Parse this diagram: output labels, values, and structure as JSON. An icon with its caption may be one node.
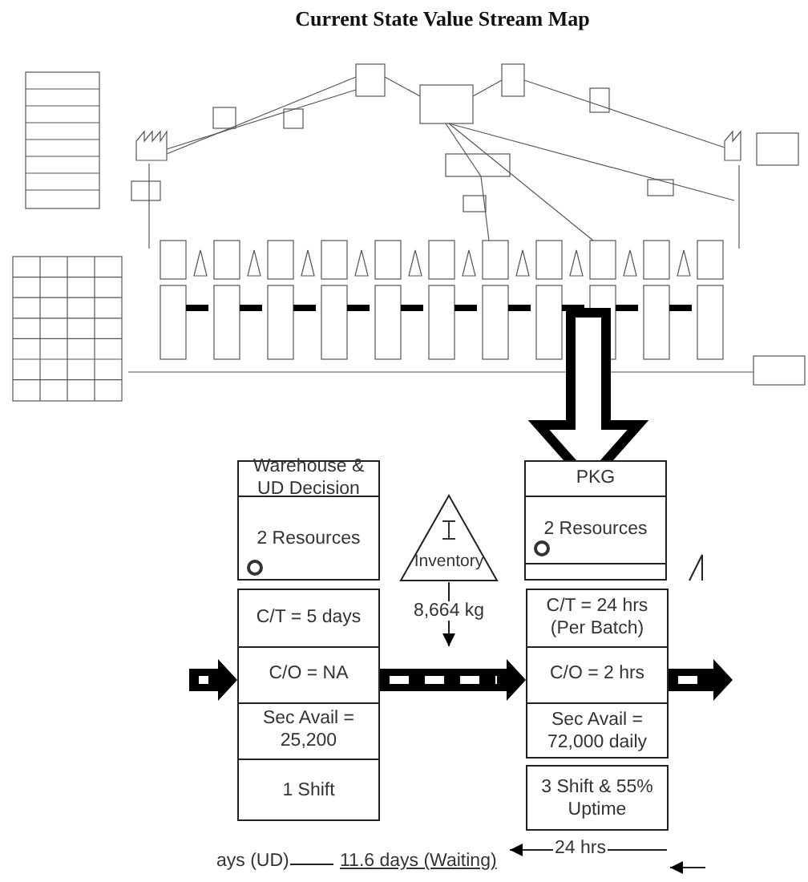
{
  "diagram": {
    "title": "Current State Value Stream Map",
    "nodes": [
      {
        "text": [
          "Warehouse & UD Decision",
          "2 Resources"
        ]
      },
      {
        "text": [
          "C/T =  5 days",
          "C/O = NA",
          "Sec Avail = 25,200",
          "1 Shift"
        ]
      },
      {
        "text": [
          "Inventory"
        ],
        "beside": [
          "8,664 kg"
        ]
      },
      {
        "text": [
          "PKG",
          "2 Resources"
        ]
      },
      {
        "text": [
          "C/T = 24 hrs (Per Batch)",
          "C/O = 2 hrs",
          "Sec Avail = 72,000 daily"
        ]
      },
      {
        "text": [
          "3 Shift & 55% Uptime"
        ]
      }
    ],
    "edges": [
      {
        "from": null,
        "to": 1,
        "arrow": "to"
      },
      {
        "from": 1,
        "to": 4,
        "arrow": "to"
      },
      {
        "from": 4,
        "to": null,
        "arrow": "to"
      }
    ],
    "labels": [
      "ays (UD)",
      "11.6 days (Waiting)",
      "24 hrs"
    ]
  }
}
